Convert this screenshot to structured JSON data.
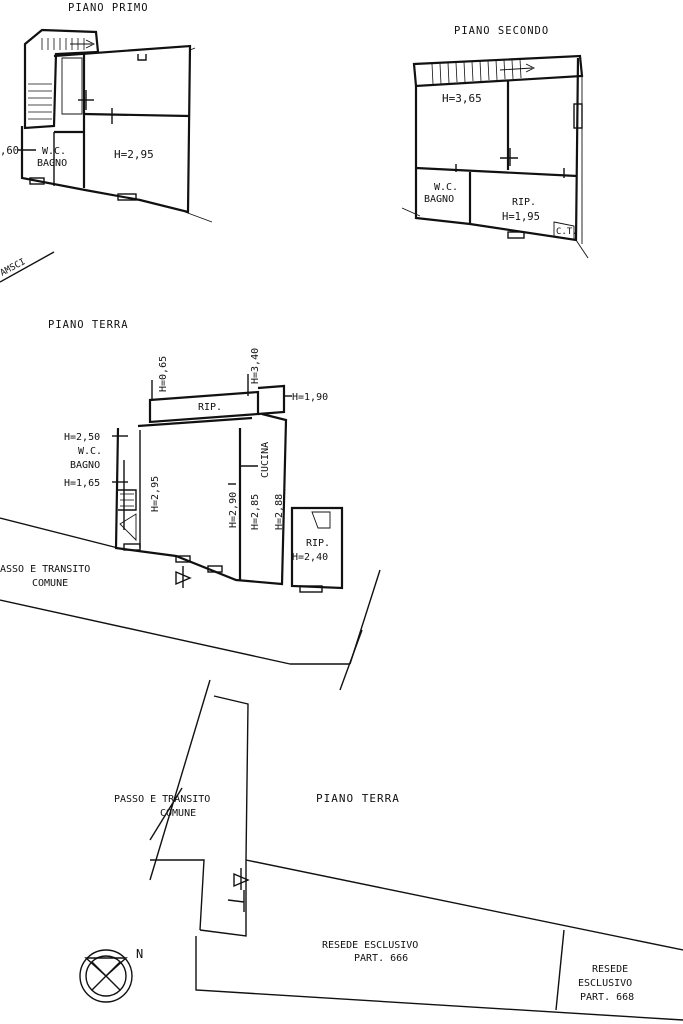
{
  "sections": {
    "first_floor_title": "PIANO PRIMO",
    "second_floor_title": "PIANO SECONDO",
    "ground_floor_title": "PIANO TERRA",
    "site_title": "PIANO TERRA"
  },
  "first_floor": {
    "wc_line1": "W.C.",
    "wc_line2": "BAGNO",
    "height_main": "H=2,95",
    "height_left": ",60"
  },
  "second_floor": {
    "height_main": "H=3,65",
    "wc_line1": "W.C.",
    "wc_line2": "BAGNO",
    "rip": "RIP.",
    "rip_height": "H=1,95",
    "ct": "C.T."
  },
  "street_label": "AMSCI",
  "ground_floor": {
    "h065": "H=0,65",
    "h340": "H=3,40",
    "h190": "H=1,90",
    "rip_top": "RIP.",
    "h250": "H=2,50",
    "wc_line1": "W.C.",
    "wc_line2": "BAGNO",
    "h165": "H=1,65",
    "h295": "H=2,95",
    "kitchen": "CUCINA",
    "h290": "H=2,90",
    "h285": "H=2,85",
    "h288": "H=2,88",
    "rip_right": "RIP.",
    "h240": "H=2,40",
    "passage_line1": "ASSO E TRANSITO",
    "passage_line2": "COMUNE"
  },
  "site": {
    "passage_line1": "PASSO E TRANSITO",
    "passage_line2": "COMUNE",
    "exclusive_line1": "RESEDE ESCLUSIVO",
    "exclusive_line2": "PART. 666",
    "exclusive2_line1": "RESEDE",
    "exclusive2_line2": "ESCLUSIVO",
    "exclusive2_line3": "PART. 668"
  },
  "north_label": "N"
}
